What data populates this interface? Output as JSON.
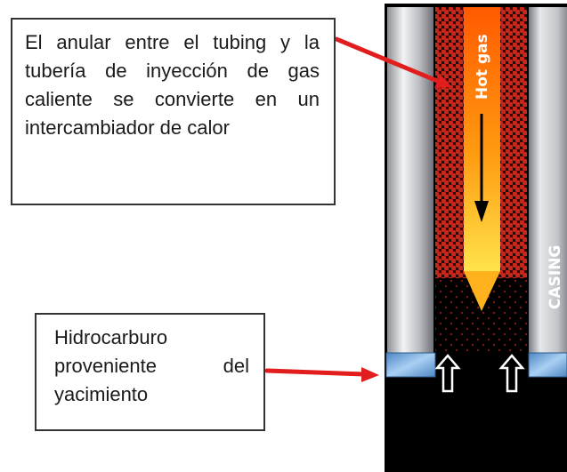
{
  "callouts": {
    "heat_exchanger_text": "El anular entre el tubing y la tubería de inyección de gas caliente se convierte en un intercambiador de calor",
    "hydrocarbon_text": "Hidrocarburo proveniente del yacimiento"
  },
  "diagram": {
    "hot_gas_label": "Hot gas",
    "casing_label": "CASING"
  },
  "colors": {
    "callout_arrow": "#e11d1d",
    "hot_gas_light": "#ffe54a",
    "hot_gas_dark": "#ff7a00",
    "annulus_dots": "#c62b1f",
    "seal": "#7fb4e6",
    "well_fluid": "#000000",
    "casing_steel": "#b4b6bb"
  },
  "icons": [
    "flow-down-arrow",
    "flow-up-arrow"
  ]
}
